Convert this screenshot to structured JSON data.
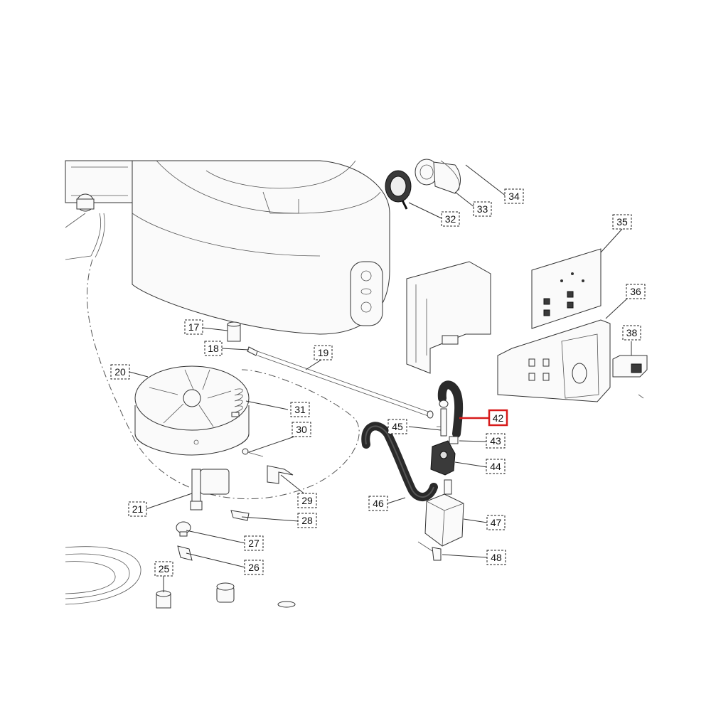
{
  "callouts": [
    {
      "id": "c17",
      "label": "17"
    },
    {
      "id": "c18",
      "label": "18"
    },
    {
      "id": "c19",
      "label": "19"
    },
    {
      "id": "c20",
      "label": "20"
    },
    {
      "id": "c21",
      "label": "21"
    },
    {
      "id": "c25",
      "label": "25"
    },
    {
      "id": "c26",
      "label": "26"
    },
    {
      "id": "c27",
      "label": "27"
    },
    {
      "id": "c28",
      "label": "28"
    },
    {
      "id": "c29",
      "label": "29"
    },
    {
      "id": "c30",
      "label": "30"
    },
    {
      "id": "c31",
      "label": "31"
    },
    {
      "id": "c32",
      "label": "32"
    },
    {
      "id": "c33",
      "label": "33"
    },
    {
      "id": "c34",
      "label": "34"
    },
    {
      "id": "c35",
      "label": "35"
    },
    {
      "id": "c36",
      "label": "36"
    },
    {
      "id": "c38",
      "label": "38"
    },
    {
      "id": "c42",
      "label": "42",
      "highlight": true,
      "highlight_color": "#d71a1a"
    },
    {
      "id": "c43",
      "label": "43"
    },
    {
      "id": "c44",
      "label": "44"
    },
    {
      "id": "c45",
      "label": "45"
    },
    {
      "id": "c46",
      "label": "46"
    },
    {
      "id": "c47",
      "label": "47"
    },
    {
      "id": "c48",
      "label": "48"
    }
  ]
}
